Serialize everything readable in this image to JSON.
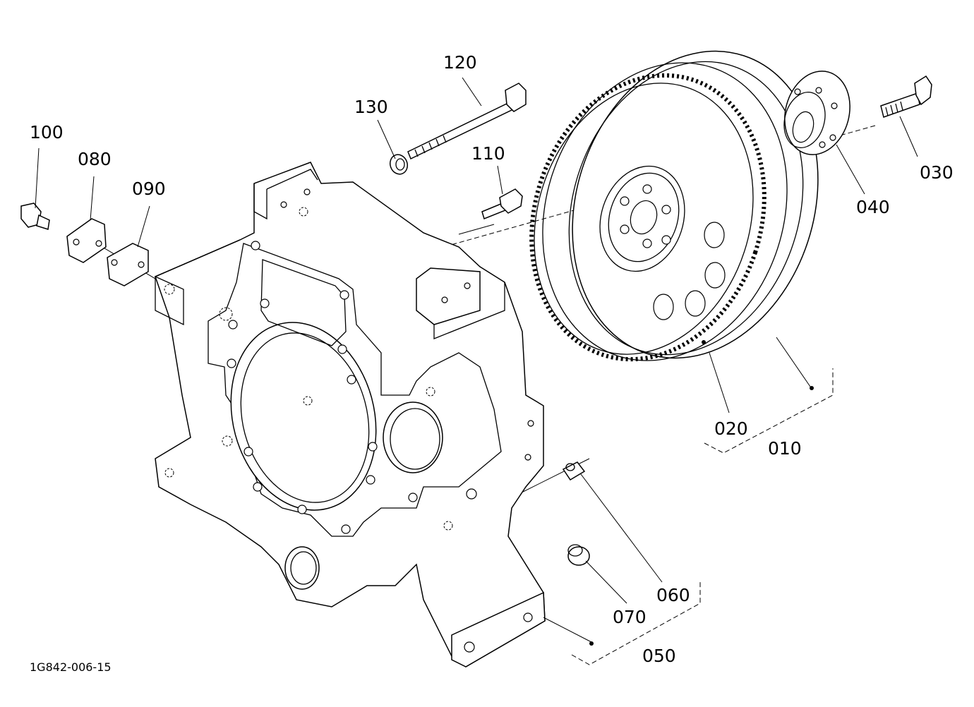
{
  "diagram": {
    "drawing_code": "1G842-006-15",
    "part_labels": {
      "p010": "010",
      "p020": "020",
      "p030": "030",
      "p040": "040",
      "p050": "050",
      "p060": "060",
      "p070": "070",
      "p080": "080",
      "p090": "090",
      "p100": "100",
      "p110": "110",
      "p120": "120",
      "p130": "130"
    }
  }
}
